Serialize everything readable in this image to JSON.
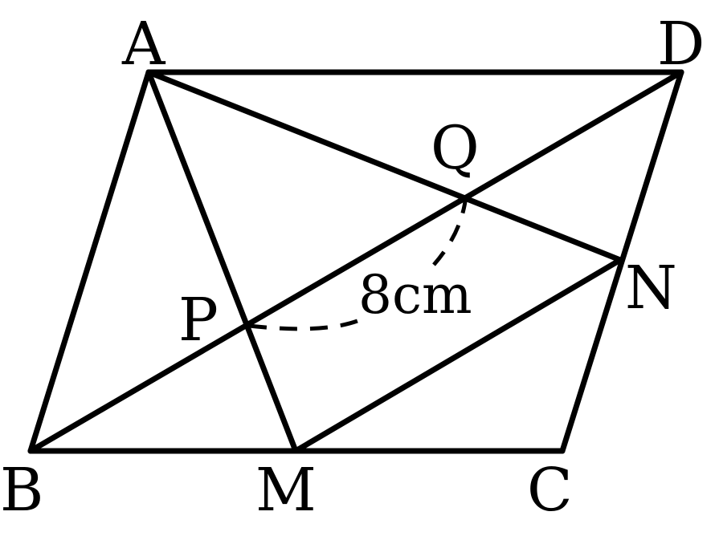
{
  "points": {
    "A": "A",
    "D": "D",
    "Q": "Q",
    "N": "N",
    "P": "P",
    "B": "B",
    "M": "M",
    "C": "C"
  },
  "measurement": "8cm",
  "colors": {
    "ink": "#000000",
    "background": "#ffffff"
  }
}
